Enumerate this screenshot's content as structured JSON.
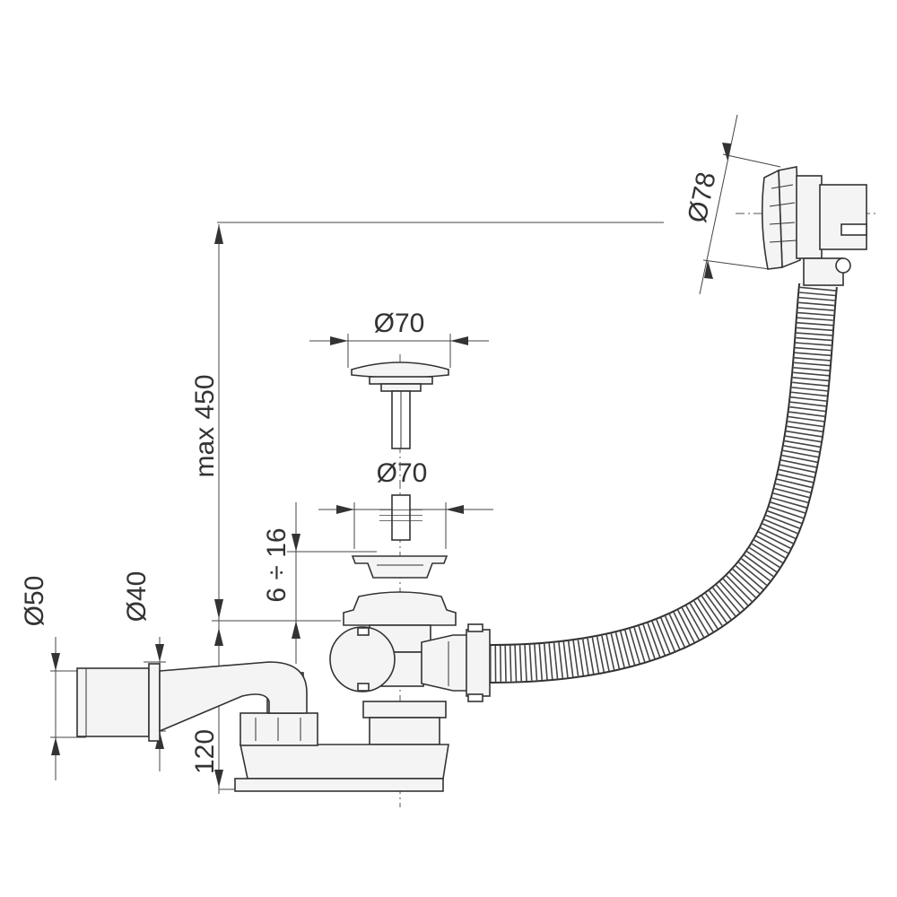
{
  "dimensions": {
    "overflow_diameter": "Ø78",
    "plug_diameter": "Ø70",
    "strainer_diameter": "Ø70",
    "height_max": "max 450",
    "adjust_range": "6 ÷ 16",
    "outlet_outer": "Ø50",
    "outlet_inner": "Ø40",
    "base_height": "120"
  },
  "colors": {
    "line": "#333333",
    "background": "#ffffff"
  }
}
